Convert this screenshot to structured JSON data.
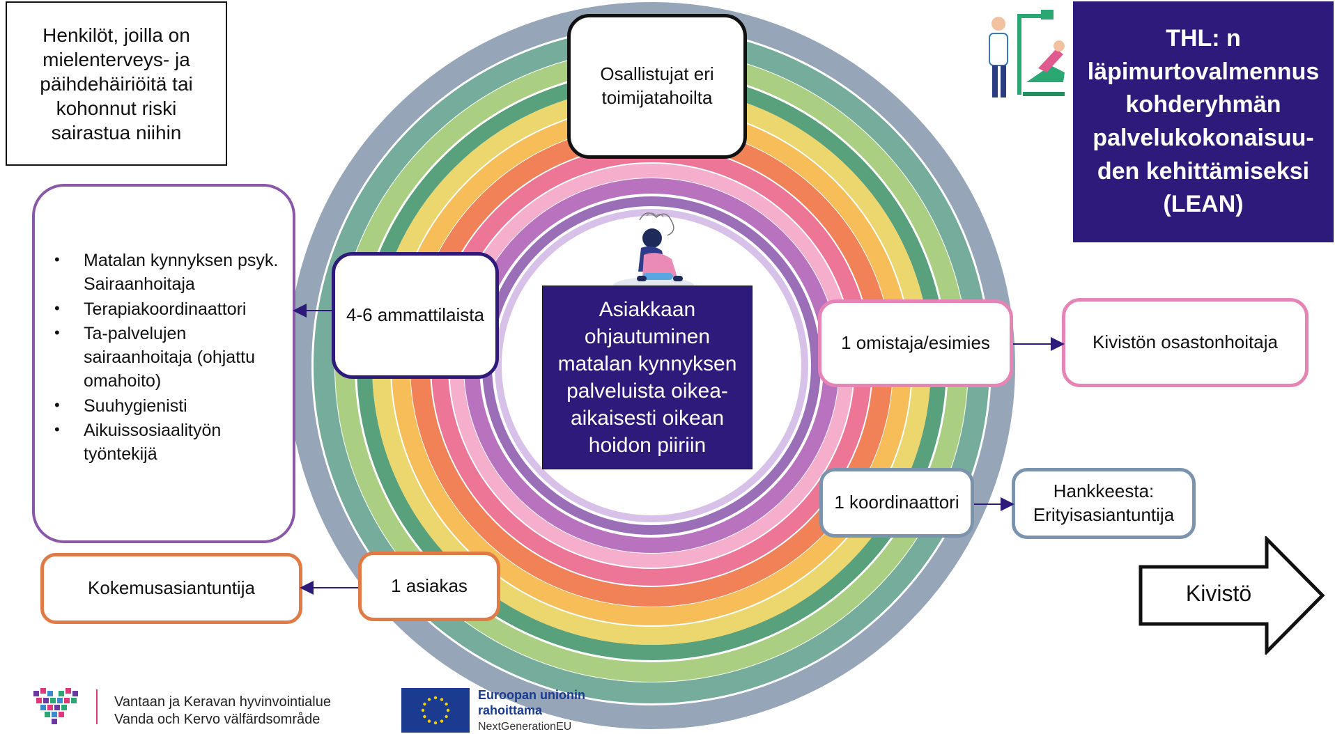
{
  "target_group": "Henkilöt, joilla on mielenterveys- ja päihdehäiriöitä tai kohonnut riski sairastua niihin",
  "title": "THL: n läpimurtovalmennus kohderyhmän palvelukokonaisuu-den kehittämiseksi (LEAN)",
  "center": "Asiakkaan ohjautuminen matalan kynnyksen palveluista oikea-aikaisesti oikean hoidon piiriin",
  "participants": "Osallistujat eri toimijatahoilta",
  "professionals_count": "4-6 ammattilaista",
  "professional_roles": [
    "Matalan kynnyksen psyk. Sairaanhoitaja",
    "Terapiakoordinaattori",
    "Ta-palvelujen sairaanhoitaja (ohjattu omahoito)",
    "Suuhygienisti",
    "Aikuissosiaalityön työntekijä"
  ],
  "client": "1 asiakas",
  "experience_expert": "Kokemusasiantuntija",
  "owner": "1 omistaja/esimies",
  "owner_detail": "Kivistön osastonhoitaja",
  "coordinator": "1 koordinaattori",
  "coordinator_detail": "Hankkeesta: Erityisasiantuntija",
  "arrow_label": "Kivistö",
  "footer": {
    "org_fi": "Vantaan ja Keravan hyvinvointialue",
    "org_sv": "Vanda och Kervo välfärdsområde",
    "eu_line1": "Euroopan unionin",
    "eu_line2": "rahoittama",
    "eu_line3": "NextGenerationEU"
  },
  "colors": {
    "title_bg": "#2e1a7a",
    "professionals_border": "#2e1a7a",
    "roles_border": "#8b58a8",
    "client_border": "#e07b46",
    "owner_border": "#e784b6",
    "coordinator_border": "#7b93ad"
  },
  "icons": [
    "dentist-illustration-icon",
    "distressed-person-icon",
    "heart-pixel-logo-icon",
    "eu-flag-icon",
    "arrow-right-icon"
  ]
}
